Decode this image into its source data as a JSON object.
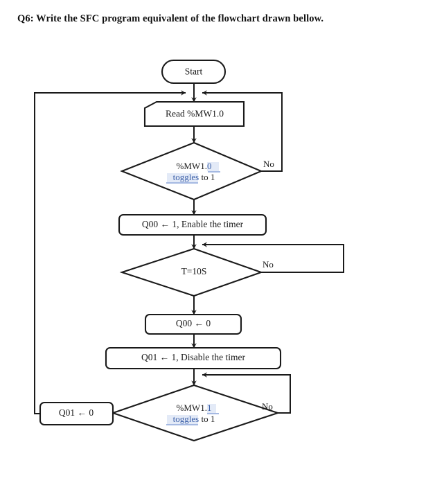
{
  "page": {
    "title": "Q6: Write the SFC program equivalent of the flowchart drawn bellow.",
    "background_color": "#ffffff",
    "ink_color": "#1a1a1a",
    "spellcheck_color": "#3b5fa8"
  },
  "flowchart": {
    "type": "flowchart",
    "nodes": {
      "start": {
        "shape": "terminator",
        "label": "Start"
      },
      "read": {
        "shape": "manual-input",
        "label": "Read %MW1.0"
      },
      "decision1": {
        "shape": "decision",
        "line1_prefix": "%MW1.",
        "line1_bit": "0",
        "line2_verb": "toggles",
        "line2_rest": " to 1",
        "branch_no": "No"
      },
      "q00_enable": {
        "shape": "process",
        "label": "Q00  ← 1, Enable the timer"
      },
      "decision_timer": {
        "shape": "decision",
        "label": "T=10S",
        "branch_no": "No"
      },
      "q00_reset": {
        "shape": "process",
        "label": "Q00  ← 0"
      },
      "q01_disable": {
        "shape": "process",
        "label": "Q01  ← 1, Disable the timer"
      },
      "decision2": {
        "shape": "decision",
        "line1_prefix": "%MW1.",
        "line1_bit": "1",
        "line2_verb": "toggles",
        "line2_rest": " to 1",
        "branch_no": "No"
      },
      "q01_reset": {
        "shape": "process",
        "label": "Q01  ← 0"
      }
    },
    "edges": [
      {
        "from": "start",
        "to": "read",
        "label": ""
      },
      {
        "from": "read",
        "to": "decision1",
        "label": ""
      },
      {
        "from": "decision1",
        "to": "q00_enable",
        "label": ""
      },
      {
        "from": "decision1",
        "to": "read",
        "label": "No"
      },
      {
        "from": "q00_enable",
        "to": "decision_timer",
        "label": ""
      },
      {
        "from": "decision_timer",
        "to": "q00_reset",
        "label": ""
      },
      {
        "from": "decision_timer",
        "to": "decision_timer",
        "label": "No"
      },
      {
        "from": "q00_reset",
        "to": "q01_disable",
        "label": ""
      },
      {
        "from": "q01_disable",
        "to": "decision2",
        "label": ""
      },
      {
        "from": "decision2",
        "to": "decision2",
        "label": "No"
      },
      {
        "from": "decision2",
        "to": "q01_reset",
        "label": ""
      },
      {
        "from": "q01_reset",
        "to": "read",
        "label": ""
      }
    ]
  }
}
